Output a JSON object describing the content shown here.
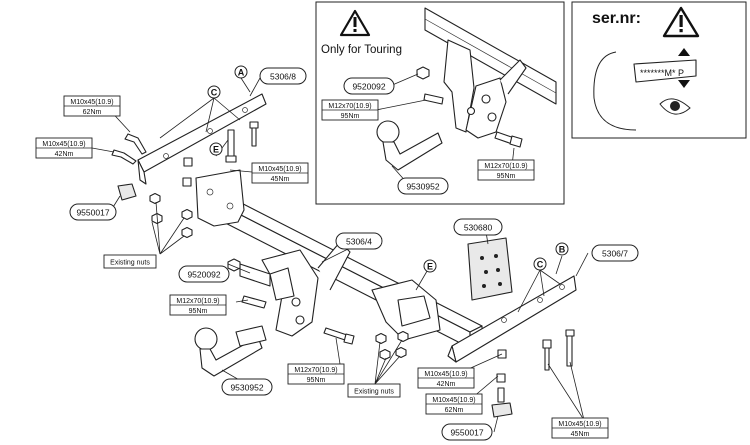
{
  "inset_touring": {
    "label": "Only for Touring"
  },
  "inset_serial": {
    "label": "ser.nr:",
    "plate_text": "*******M* P"
  },
  "part_numbers": {
    "bracket_left": "5306/8",
    "crossbar": "5306/4",
    "bracket_right": "5306/7",
    "socket_plate": "530680",
    "clamp_left": "9550017",
    "clamp_right": "9550017",
    "nut_main": "9520092",
    "nut_touring": "9520092",
    "towball_main": "9530952",
    "towball_touring": "9530952"
  },
  "bolt_specs": {
    "a_upper": {
      "size": "M10x45(10.9)",
      "torque": "62Nm"
    },
    "a_lower": {
      "size": "M10x45(10.9)",
      "torque": "42Nm"
    },
    "e_left": {
      "size": "M10x45(10.9)",
      "torque": "45Nm"
    },
    "ball_main": {
      "size": "M12x70(10.9)",
      "torque": "95Nm"
    },
    "center_bolt": {
      "size": "M12x70(10.9)",
      "torque": "95Nm"
    },
    "touring_left": {
      "size": "M12x70(10.9)",
      "torque": "95Nm"
    },
    "touring_right": {
      "size": "M12x70(10.9)",
      "torque": "95Nm"
    },
    "b_upper": {
      "size": "M10x45(10.9)",
      "torque": "42Nm"
    },
    "b_mid": {
      "size": "M10x45(10.9)",
      "torque": "62Nm"
    },
    "b_right": {
      "size": "M10x45(10.9)",
      "torque": "45Nm"
    }
  },
  "nut_labels": {
    "left": "Existing nuts",
    "center": "Existing nuts"
  },
  "markers": {
    "a": "A",
    "b": "B",
    "c_left": "C",
    "c_right": "C",
    "e_left": "E",
    "e_center": "E"
  }
}
